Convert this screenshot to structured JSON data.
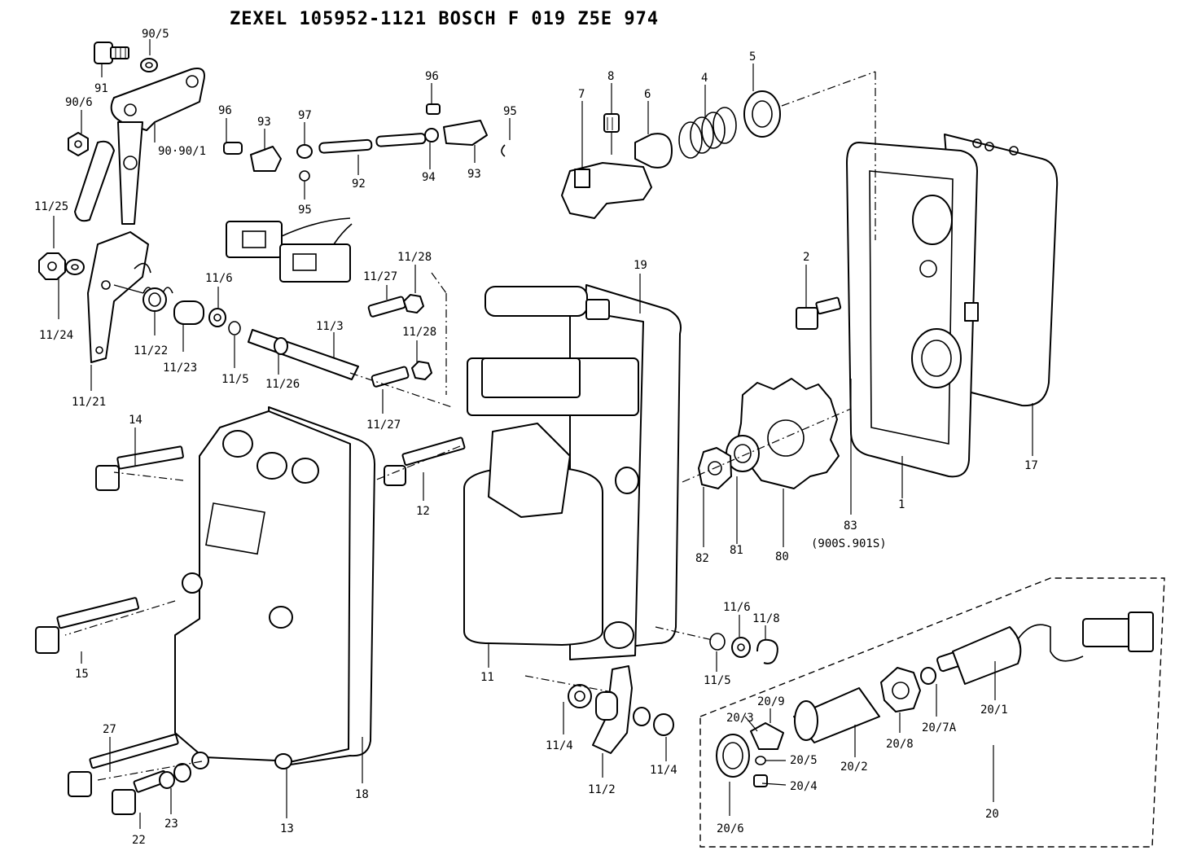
{
  "header": {
    "title": "ZEXEL  105952-1121  BOSCH  F 019 Z5E 974"
  },
  "labels": {
    "l1": "1",
    "l2": "2",
    "l4": "4",
    "l5": "5",
    "l6": "6",
    "l7": "7",
    "l8": "8",
    "l11": "11",
    "l11_2": "11/2",
    "l11_3": "11/3",
    "l11_4a": "11/4",
    "l11_4b": "11/4",
    "l11_5a": "11/5",
    "l11_5b": "11/5",
    "l11_6a": "11/6",
    "l11_6b": "11/6",
    "l11_8": "11/8",
    "l11_21": "11/21",
    "l11_22": "11/22",
    "l11_23": "11/23",
    "l11_24": "11/24",
    "l11_25": "11/25",
    "l11_26": "11/26",
    "l11_27a": "11/27",
    "l11_27b": "11/27",
    "l11_28a": "11/28",
    "l11_28b": "11/28",
    "l12": "12",
    "l13": "13",
    "l14": "14",
    "l15": "15",
    "l17": "17",
    "l18": "18",
    "l19": "19",
    "l20": "20",
    "l20_1": "20/1",
    "l20_2": "20/2",
    "l20_3": "20/3",
    "l20_4": "20/4",
    "l20_5": "20/5",
    "l20_6": "20/6",
    "l20_7a": "20/7A",
    "l20_8": "20/8",
    "l20_9": "20/9",
    "l22": "22",
    "l23": "23",
    "l27": "27",
    "l80": "80",
    "l81": "81",
    "l82": "82",
    "l83": "83",
    "l83_note": "(900S.901S)",
    "l90_5": "90/5",
    "l90_6": "90/6",
    "l90_90_1": "90·90/1",
    "l91": "91",
    "l92": "92",
    "l93a": "93",
    "l93b": "93",
    "l94": "94",
    "l95a": "95",
    "l95b": "95",
    "l96a": "96",
    "l96b": "96",
    "l97": "97"
  }
}
